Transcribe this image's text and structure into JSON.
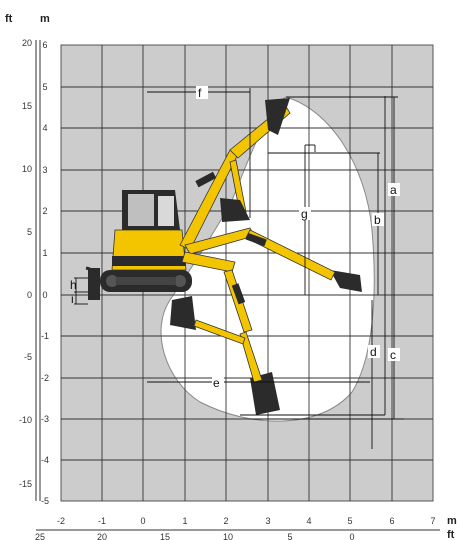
{
  "axes": {
    "left_units": [
      "ft",
      "m"
    ],
    "bottom_units": [
      "m",
      "ft"
    ],
    "m_ticks_left": [
      "6",
      "5",
      "4",
      "3",
      "2",
      "1",
      "0",
      "-1",
      "-2",
      "-3",
      "-4",
      "-5"
    ],
    "ft_ticks_left": [
      "20",
      "15",
      "10",
      "5",
      "0",
      "-5",
      "-10",
      "-15"
    ],
    "m_ticks_bottom": [
      "-2",
      "-1",
      "0",
      "1",
      "2",
      "3",
      "4",
      "5",
      "6",
      "7"
    ],
    "ft_ticks_bottom": [
      "25",
      "20",
      "15",
      "10",
      "5",
      "0"
    ]
  },
  "dimensions": {
    "a": "a",
    "b": "b",
    "c": "c",
    "d": "d",
    "e": "e",
    "f": "f",
    "g": "g",
    "h": "h",
    "i": "i"
  },
  "colors": {
    "background": "#ffffff",
    "grid_fill": "#cccccc",
    "grid_line": "#333333",
    "envelope": "#ffffff",
    "boom": "#f2c500",
    "body_dark": "#2b2b2b",
    "brand_band": "#2a2a2a"
  },
  "icons": [
    "excavator-icon",
    "bucket-icon"
  ]
}
